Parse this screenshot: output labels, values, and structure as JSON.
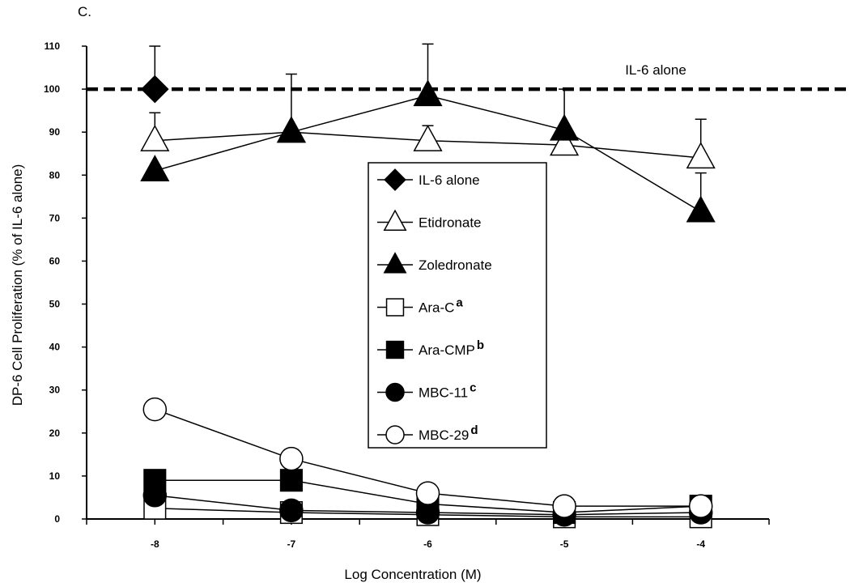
{
  "chart_data": {
    "type": "line",
    "panel_label": "C.",
    "xlabel": "Log Concentration (M)",
    "ylabel": "DP-6 Cell Proliferation (% of IL-6 alone)",
    "x": [
      -8,
      -7,
      -6,
      -5,
      -4
    ],
    "xlim": [
      -8.5,
      -3.5
    ],
    "ylim": [
      0,
      110
    ],
    "xticks": [
      -8,
      -7,
      -6,
      -5,
      -4
    ],
    "yticks": [
      0,
      10,
      20,
      30,
      40,
      50,
      60,
      70,
      80,
      90,
      100,
      110
    ],
    "grid": false,
    "legend_position": "center",
    "reference_line": {
      "value": 100,
      "label": "IL-6 alone",
      "style": "dashed"
    },
    "series": [
      {
        "name": "IL-6 alone",
        "superscript": "",
        "marker": "diamond",
        "filled": true,
        "points": [
          {
            "x": -8,
            "y": 100,
            "err": 10
          }
        ]
      },
      {
        "name": "Etidronate",
        "superscript": "",
        "marker": "triangle",
        "filled": false,
        "values": [
          88,
          90,
          88,
          87,
          84
        ],
        "err": [
          6.5,
          0,
          3.5,
          0,
          9
        ]
      },
      {
        "name": "Zoledronate",
        "superscript": "",
        "marker": "triangle",
        "filled": true,
        "values": [
          81,
          90,
          98.5,
          90.5,
          71.5
        ],
        "err": [
          0,
          13.5,
          12,
          9.5,
          9
        ]
      },
      {
        "name": "Ara-C",
        "superscript": "a",
        "marker": "square",
        "filled": false,
        "values": [
          2.5,
          1.5,
          1,
          0.5,
          0.5
        ],
        "err": [
          0,
          0,
          0,
          0,
          0
        ]
      },
      {
        "name": "Ara-CMP",
        "superscript": "b",
        "marker": "square",
        "filled": true,
        "values": [
          9,
          9,
          3.5,
          1.5,
          3
        ],
        "err": [
          0,
          0,
          0,
          0,
          0
        ]
      },
      {
        "name": "MBC-11",
        "superscript": "c",
        "marker": "circle",
        "filled": true,
        "values": [
          5.5,
          2,
          1.5,
          1,
          1.5
        ],
        "err": [
          0,
          0,
          0,
          0,
          0
        ]
      },
      {
        "name": "MBC-29",
        "superscript": "d",
        "marker": "circle",
        "filled": false,
        "values": [
          25.5,
          14,
          6,
          3,
          3
        ],
        "err": [
          0,
          1.5,
          0,
          0,
          0
        ]
      }
    ]
  }
}
